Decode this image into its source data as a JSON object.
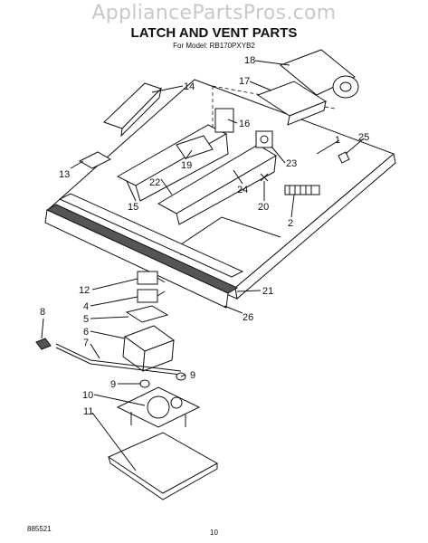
{
  "watermark": "AppliancePartsPros.com",
  "title": "LATCH AND VENT PARTS",
  "model_line": "For Model: RB170PXYB2",
  "footer": {
    "code": "885521",
    "page": "10"
  },
  "callouts": {
    "c1": "1",
    "c2": "2",
    "c4": "4",
    "c5": "5",
    "c6": "6",
    "c7": "7",
    "c8": "8",
    "c9a": "9",
    "c9b": "9",
    "c10": "10",
    "c11": "11",
    "c12": "12",
    "c13": "13",
    "c14": "14",
    "c15": "15",
    "c16": "16",
    "c17": "17",
    "c18": "18",
    "c19": "19",
    "c20": "20",
    "c21": "21",
    "c22": "22",
    "c23": "23",
    "c24": "24",
    "c25": "25",
    "c26": "26"
  }
}
